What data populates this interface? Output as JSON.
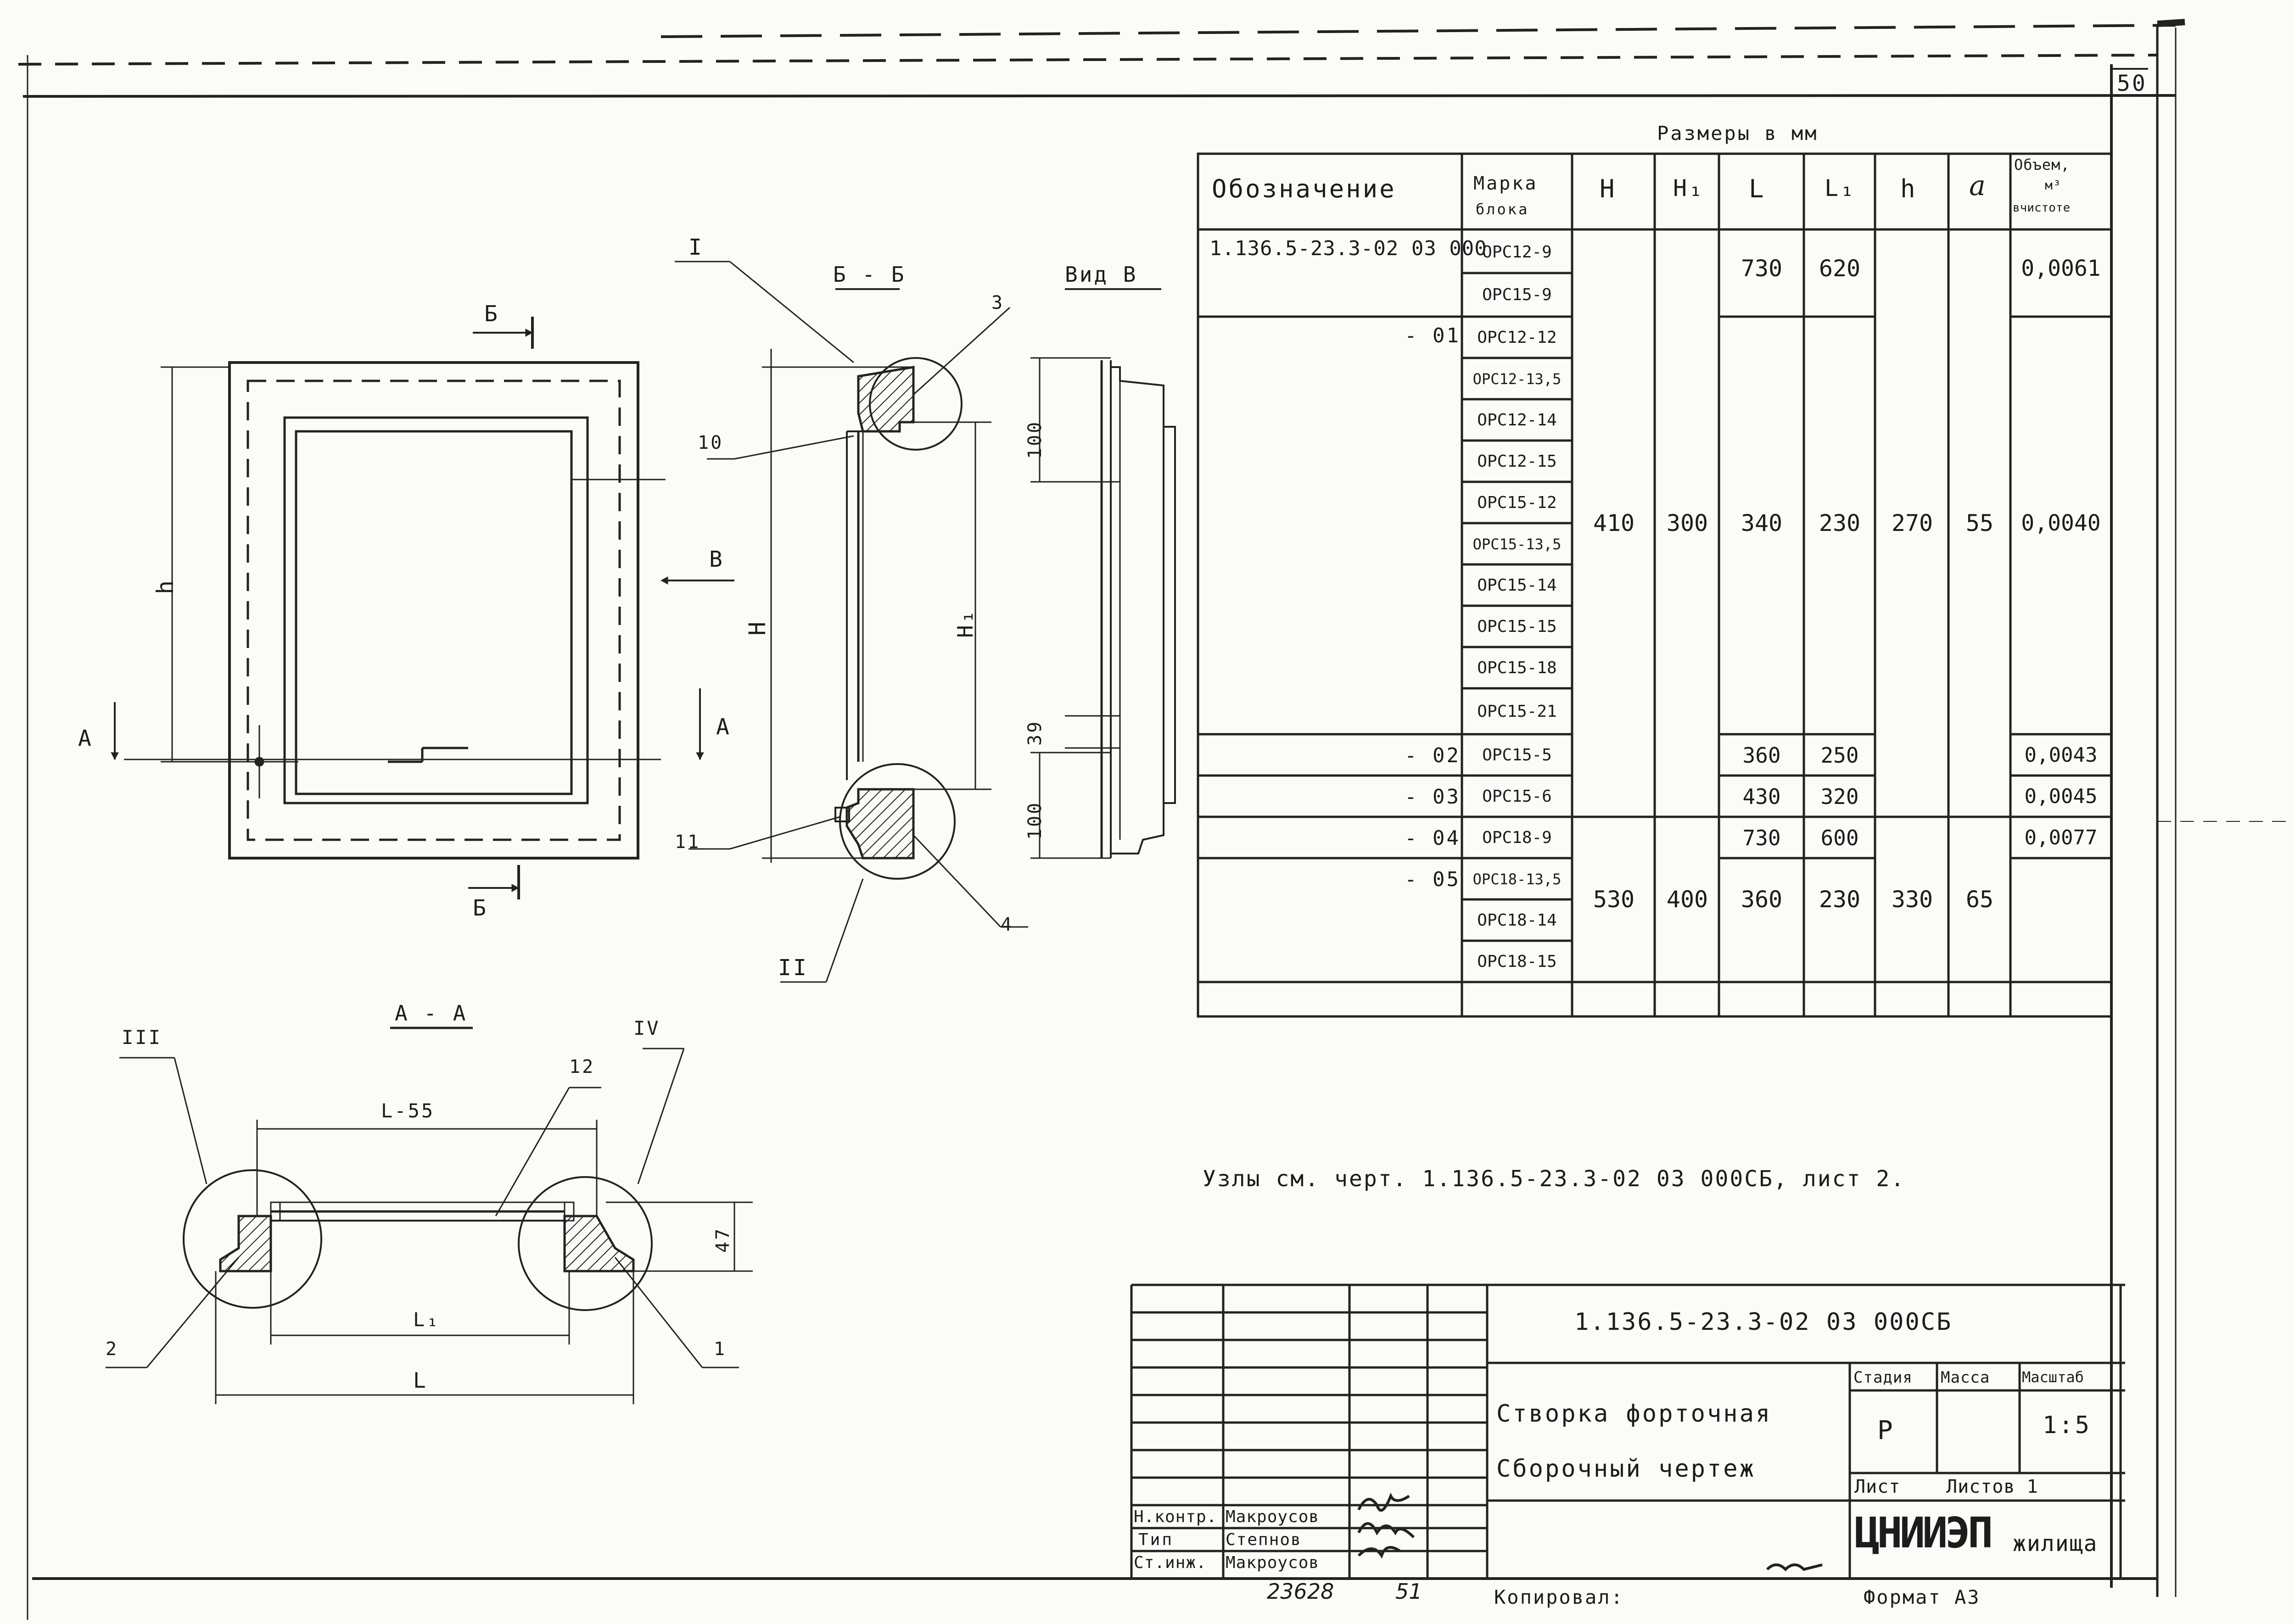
{
  "sheet_number": "50",
  "sizes_caption": "Размеры в мм",
  "table": {
    "headers": {
      "designation": "Обозначение",
      "brand_line1": "Марка",
      "brand_line2": "блока",
      "H": "H",
      "H1": "H₁",
      "L": "L",
      "L1": "L₁",
      "h": "h",
      "a": "a",
      "volume_line1": "Объем,",
      "volume_line2": "м³",
      "volume_line3": "вчистоте"
    },
    "designations": [
      "1.136.5-23.3-02 03 000",
      "- 01",
      "- 02",
      "- 03",
      "- 04",
      "- 05"
    ],
    "brands": [
      "ОРС12-9",
      "ОРС15-9",
      "ОРС12-12",
      "ОРС12-13,5",
      "ОРС12-14",
      "ОРС12-15",
      "ОРС15-12",
      "ОРС15-13,5",
      "ОРС15-14",
      "ОРС15-15",
      "ОРС15-18",
      "ОРС15-21",
      "ОРС15-5",
      "ОРС15-6",
      "ОРС18-9",
      "ОРС18-13,5",
      "ОРС18-14",
      "ОРС18-15"
    ],
    "H_values": [
      "410",
      "530"
    ],
    "H1_values": [
      "300",
      "400"
    ],
    "L_values": [
      "730",
      "340",
      "360",
      "430",
      "730",
      "360"
    ],
    "L1_values": [
      "620",
      "230",
      "250",
      "320",
      "600",
      "230"
    ],
    "h_values": [
      "270",
      "330"
    ],
    "a_values": [
      "55",
      "65"
    ],
    "volume_values": [
      "0,0061",
      "0,0040",
      "0,0043",
      "0,0045",
      "0,0077"
    ]
  },
  "views": {
    "front_cut_b": "Б",
    "front_cut_a": "А",
    "front_view_v": "В",
    "front_dim_h": "h",
    "section_bb_title": "Б - Б",
    "view_v_title": "Вид В",
    "section_aa_title": "А - А",
    "dim_H": "H",
    "dim_H1": "H₁",
    "dim_100": "100",
    "dim_39": "39",
    "dim_47": "47",
    "dim_L55": "L-55",
    "dim_L1": "L₁",
    "dim_L": "L",
    "callout_I": "I",
    "callout_II": "II",
    "callout_III": "III",
    "callout_IV": "IV",
    "pos_1": "1",
    "pos_2": "2",
    "pos_3": "3",
    "pos_4": "4",
    "pos_10": "10",
    "pos_11": "11",
    "pos_12": "12"
  },
  "note": "Узлы см. черт. 1.136.5-23.3-02 03 000СБ, лист 2.",
  "title_block": {
    "code": "1.136.5-23.3-02 03 000СБ",
    "name_line1": "Створка форточная",
    "name_line2": "Сборочный чертеж",
    "stage_label": "Стадия",
    "mass_label": "Масса",
    "scale_label": "Масштаб",
    "stage_value": "Р",
    "scale_value": "1:5",
    "sheet_label": "Лист",
    "sheets_label": "Листов 1",
    "org_logo": "ЦНИИЭП",
    "org_rest": "жилища",
    "roles": [
      {
        "role": "Н.контр.",
        "name": "Макроусов"
      },
      {
        "role": "Тип",
        "name": "Степнов"
      },
      {
        "role": "Ст.инж.",
        "name": "Макроусов"
      }
    ],
    "inventory_number": "23628",
    "inventory_suffix": "51",
    "copied_label": "Копировал:",
    "format_label": "Формат А3"
  }
}
